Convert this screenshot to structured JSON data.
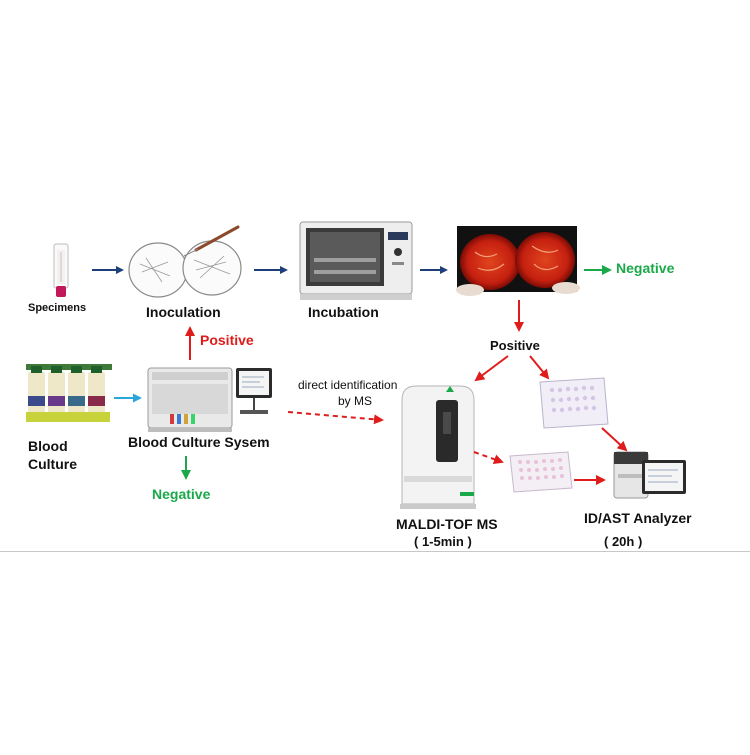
{
  "labels": {
    "specimens": "Specimens",
    "inoculation": "Inoculation",
    "incubation": "Incubation",
    "negative_plates": "Negative",
    "positive_top": "Positive",
    "positive_plates": "Positive",
    "blood_culture_line1": "Blood",
    "blood_culture_line2": "Culture",
    "blood_culture_system": "Blood Culture Sysem",
    "negative_system": "Negative",
    "direct_id_line1": "direct identification",
    "direct_id_line2": "by MS",
    "maldi": "MALDI-TOF MS",
    "maldi_time": "( 1-5min )",
    "idast": "ID/AST Analyzer",
    "idast_time": "( 20h )"
  },
  "colors": {
    "flow_arrow": "#1f3f7a",
    "positive": "#e01b1b",
    "negative": "#1aa84a",
    "culture_arrow": "#2aa6d8"
  }
}
